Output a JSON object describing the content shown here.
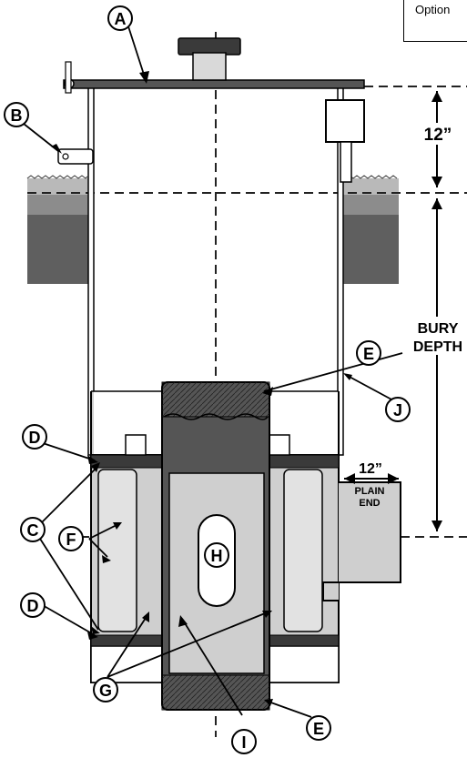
{
  "option_box": {
    "text": "Option"
  },
  "callouts": {
    "A": "A",
    "B": "B",
    "C": "C",
    "D_top": "D",
    "D_bottom": "D",
    "E_top": "E",
    "E_bottom": "E",
    "F": "F",
    "G": "G",
    "H": "H",
    "I": "I",
    "J": "J"
  },
  "dimensions": {
    "top_12": "12”",
    "bury_line1": "BURY",
    "bury_line2": "DEPTH",
    "plain_12": "12”",
    "plain_line1": "PLAIN",
    "plain_line2": "END"
  },
  "colors": {
    "soil_dark": "#5f5f5f",
    "soil_mid": "#8c8c8c",
    "soil_light": "#b9b9b9",
    "body_gray": "#cfcfcf",
    "pipe_dark": "#555555",
    "plate_dark": "#3a3a3a"
  }
}
